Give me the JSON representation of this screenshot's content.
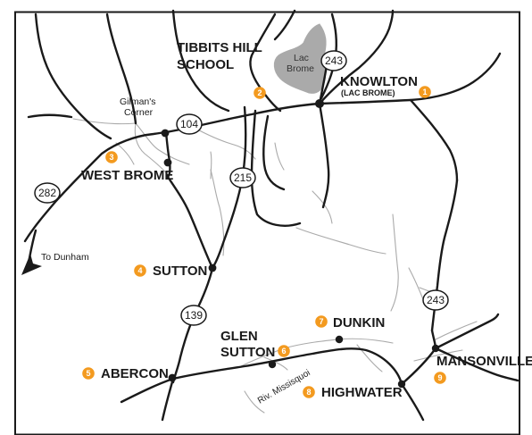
{
  "colors": {
    "road": "#1a1a1a",
    "minor_road": "#aaaaaa",
    "lake": "#aaaaaa",
    "badge": "#f39a1f",
    "frame": "#1a1a1a"
  },
  "places": {
    "knowlton": "KNOWLTON",
    "knowlton_sub": "(LAC BROME)",
    "tibbits_line1": "TIBBITS HILL",
    "tibbits_line2": "SCHOOL",
    "west_brome": "WEST BROME",
    "sutton": "SUTTON",
    "glen_line1": "GLEN",
    "glen_line2": "SUTTON",
    "dunkin": "DUNKIN",
    "abercon": "ABERCON",
    "highwater": "HIGHWATER",
    "mansonville": "MANSONVILLE"
  },
  "labels": {
    "gilman_line1": "Gilman's",
    "gilman_line2": "Corner",
    "lake_line1": "Lac",
    "lake_line2": "Brome",
    "to_dunham": "To Dunham",
    "river": "Riv. Missisquoi"
  },
  "routes": {
    "r243_north": "243",
    "r104": "104",
    "r282": "282",
    "r215": "215",
    "r139": "139",
    "r243_south": "243"
  },
  "badges": {
    "b1": "1",
    "b2": "2",
    "b3": "3",
    "b4": "4",
    "b5": "5",
    "b6": "6",
    "b7": "7",
    "b8": "8",
    "b9": "9"
  }
}
